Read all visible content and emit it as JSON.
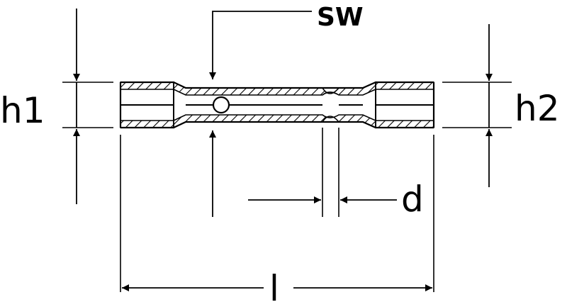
{
  "labels": {
    "sw": "SW",
    "h1": "h1",
    "h2": "h2",
    "d": "d",
    "l": "l"
  },
  "colors": {
    "line": "#000000",
    "background": "#ffffff"
  }
}
